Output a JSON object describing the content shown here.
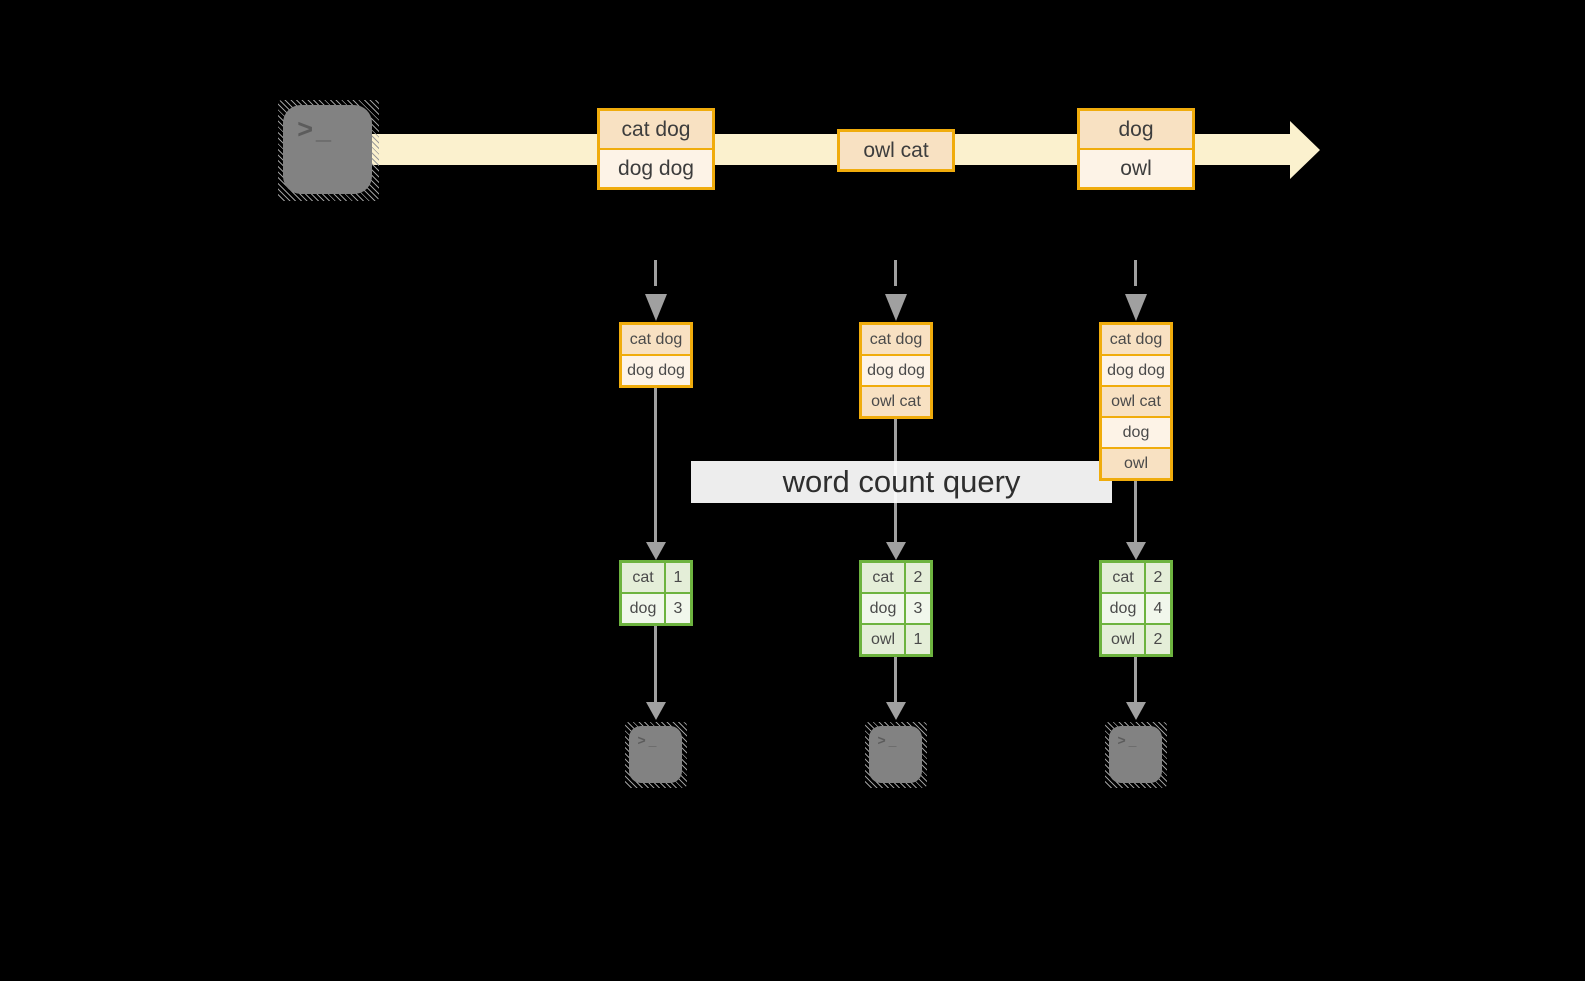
{
  "colors": {
    "background": "#000000",
    "stream_band": "#FBF1CE",
    "event_border": "#F0AC0C",
    "event_fill_dark": "#F8E1C2",
    "event_fill_light": "#FDF3E7",
    "table_border": "#6DB33F",
    "table_fill_dark": "#E4EED8",
    "table_fill_light": "#F1F7EC",
    "arrow_gray": "#A0A0A0",
    "terminal_fill": "#828282"
  },
  "icons": {
    "chevron": ">",
    "underscore": "_"
  },
  "query_label": "word count query",
  "stream_events": [
    {
      "rows": [
        "cat dog",
        "dog dog"
      ]
    },
    {
      "rows": [
        "owl cat"
      ]
    },
    {
      "rows": [
        "dog",
        "owl"
      ]
    }
  ],
  "columns": [
    {
      "buffer": [
        "cat dog",
        "dog dog"
      ],
      "counts": [
        {
          "word": "cat",
          "count": "1"
        },
        {
          "word": "dog",
          "count": "3"
        }
      ]
    },
    {
      "buffer": [
        "cat dog",
        "dog dog",
        "owl cat"
      ],
      "counts": [
        {
          "word": "cat",
          "count": "2"
        },
        {
          "word": "dog",
          "count": "3"
        },
        {
          "word": "owl",
          "count": "1"
        }
      ]
    },
    {
      "buffer": [
        "cat dog",
        "dog dog",
        "owl cat",
        "dog",
        "owl"
      ],
      "counts": [
        {
          "word": "cat",
          "count": "2"
        },
        {
          "word": "dog",
          "count": "4"
        },
        {
          "word": "owl",
          "count": "2"
        }
      ]
    }
  ]
}
